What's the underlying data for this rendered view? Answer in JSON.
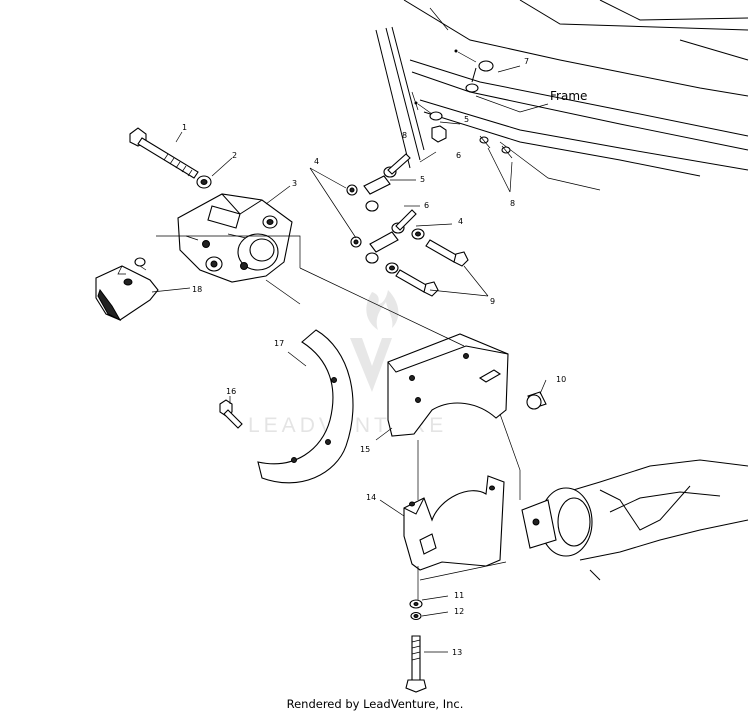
{
  "diagram": {
    "frame_label": "Frame",
    "credit": "Rendered by LeadVenture, Inc.",
    "watermark": "LEADVENTURE",
    "callouts": {
      "c1": "1",
      "c2": "2",
      "c3": "3",
      "c4a": "4",
      "c4b": "4",
      "c5a": "5",
      "c5b": "5",
      "c6a": "6",
      "c6b": "6",
      "c7": "7",
      "c8a": "8",
      "c8b": "8",
      "c9": "9",
      "c10": "10",
      "c11": "11",
      "c12": "12",
      "c13": "13",
      "c14": "14",
      "c15": "15",
      "c16": "16",
      "c17": "17",
      "c18": "18"
    }
  }
}
